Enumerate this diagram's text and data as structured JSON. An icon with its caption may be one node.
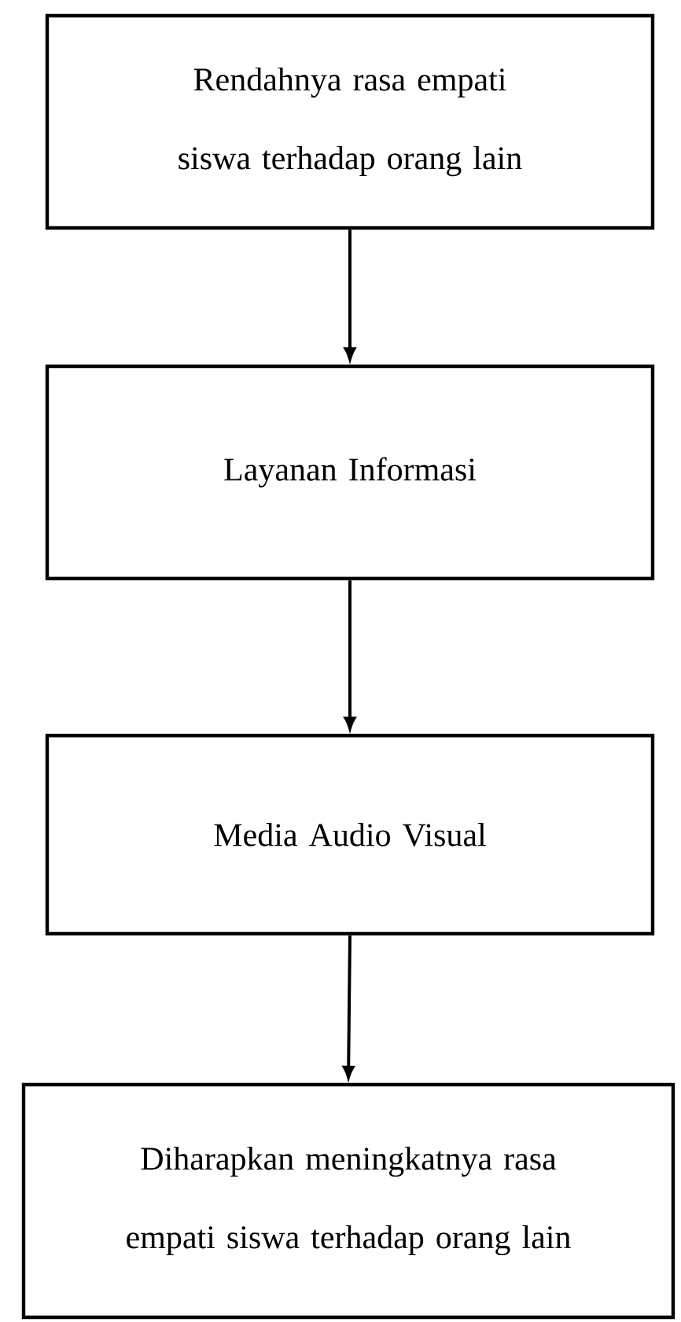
{
  "diagram": {
    "nodes": [
      {
        "text": [
          "Rendahnya rasa empati siswa terhadap orang lain"
        ]
      },
      {
        "text": [
          "Layanan Informasi"
        ]
      },
      {
        "text": [
          "Media Audio Visual"
        ]
      },
      {
        "text": [
          "Diharapkan meningkatnya rasa empati siswa terhadap orang lain"
        ]
      }
    ],
    "edges": [
      {
        "from": 0,
        "to": 1,
        "arrow": "to"
      },
      {
        "from": 1,
        "to": 2,
        "arrow": "to"
      },
      {
        "from": 2,
        "to": 3,
        "arrow": "to"
      }
    ]
  }
}
